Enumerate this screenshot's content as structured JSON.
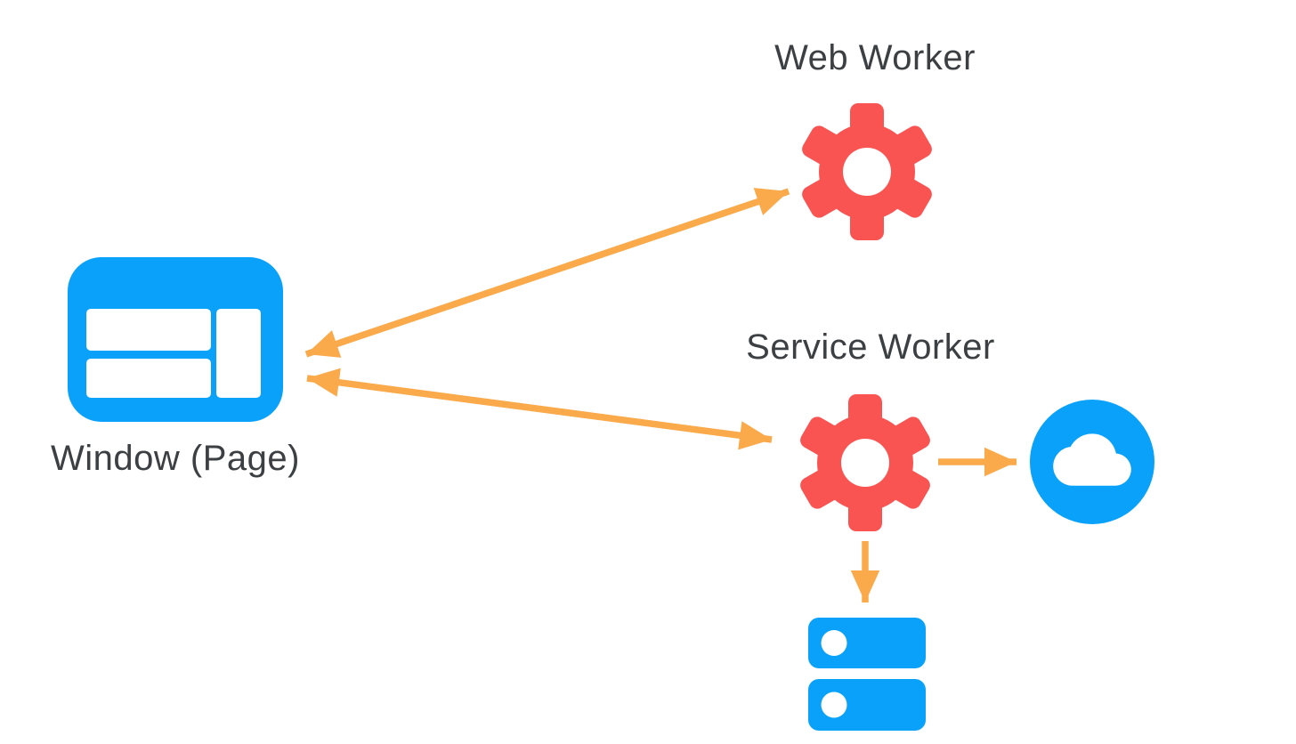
{
  "diagram": {
    "type": "architecture-diagram",
    "background": "#FFFFFF",
    "colors": {
      "gear_red": "#FA5452",
      "icon_blue": "#0AA1FA",
      "arrow_orange": "#FAA94B",
      "label_gray": "#3C4043"
    },
    "nodes": {
      "web_worker": {
        "label": "Web Worker",
        "icon": "gear-icon"
      },
      "service_worker": {
        "label": "Service Worker",
        "icon": "gear-icon"
      },
      "window_page": {
        "label": "Window (Page)",
        "icon": "browser-window-icon"
      },
      "network": {
        "icon": "cloud-icon"
      },
      "storage": {
        "icon": "database-icon"
      }
    },
    "edges": [
      {
        "from": "window_page",
        "to": "web_worker",
        "style": "bidirectional"
      },
      {
        "from": "window_page",
        "to": "service_worker",
        "style": "bidirectional"
      },
      {
        "from": "service_worker",
        "to": "network",
        "style": "one-way"
      },
      {
        "from": "service_worker",
        "to": "storage",
        "style": "one-way"
      }
    ]
  }
}
